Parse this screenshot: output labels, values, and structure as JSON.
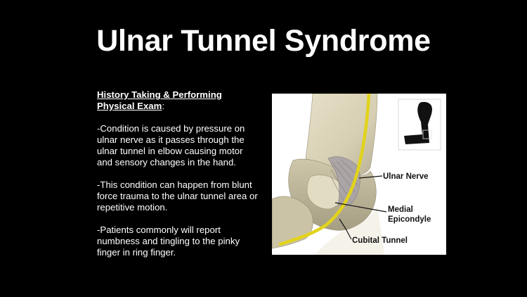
{
  "slide": {
    "title": "Ulnar Tunnel Syndrome",
    "heading": {
      "underlined": "History Taking & Performing Physical Exam",
      "suffix": ":"
    },
    "paragraphs": [
      "-Condition is caused by pressure on ulnar nerve as it passes through the ulnar tunnel in elbow causing motor and sensory changes in the hand.",
      "-This condition can happen from blunt force trauma to the ulnar tunnel area or repetitive motion.",
      "-Patients commonly will report numbness and tingling to the pinky finger in ring finger."
    ]
  },
  "figure": {
    "labels": {
      "ulnar_nerve": "Ulnar Nerve",
      "medial_line1": "Medial",
      "medial_line2": "Epicondyle",
      "cubital_tunnel": "Cubital Tunnel"
    },
    "colors": {
      "background": "#ffffff",
      "bone": "#d9d2b8",
      "nerve": "#e2d31c",
      "ligament": "#a9a4a6",
      "leader": "#111111"
    }
  }
}
